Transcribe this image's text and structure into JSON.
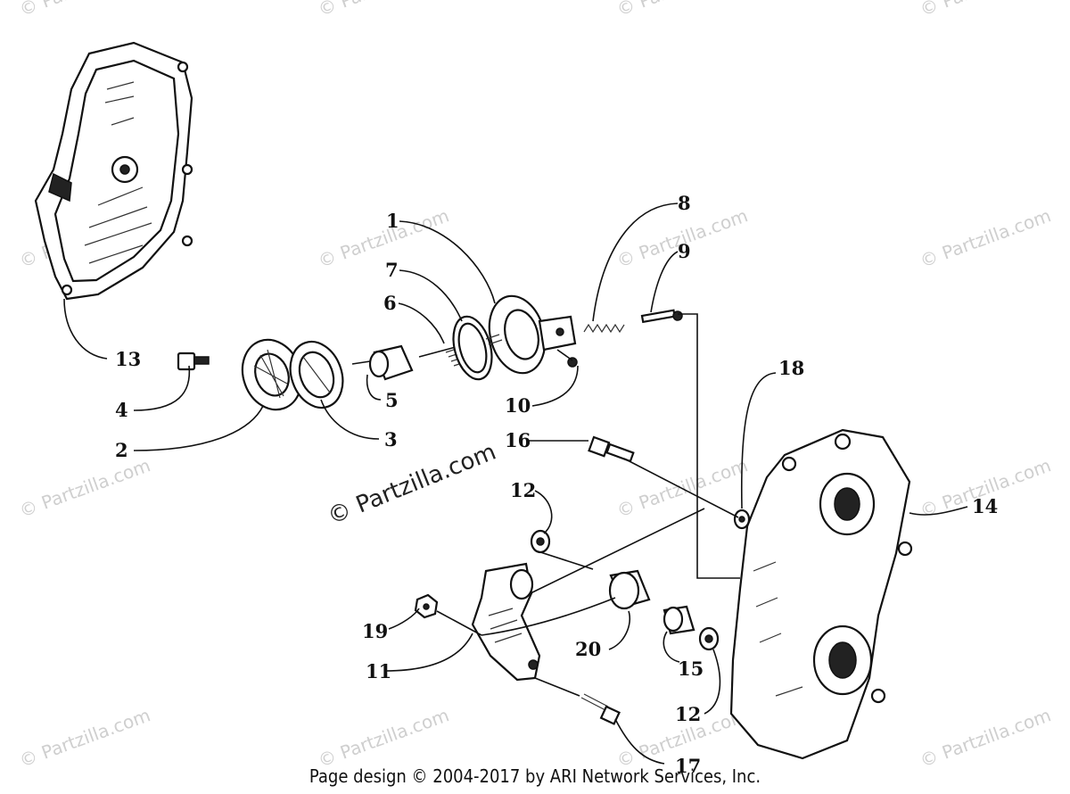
{
  "diagram": {
    "watermark": "© Partzilla.com",
    "footer": "Page design © 2004-2017 by ARI Network Services, Inc.",
    "callouts": [
      {
        "id": "c1",
        "text": "1"
      },
      {
        "id": "c2",
        "text": "2"
      },
      {
        "id": "c3",
        "text": "3"
      },
      {
        "id": "c4",
        "text": "4"
      },
      {
        "id": "c5",
        "text": "5"
      },
      {
        "id": "c6",
        "text": "6"
      },
      {
        "id": "c7",
        "text": "7"
      },
      {
        "id": "c8",
        "text": "8"
      },
      {
        "id": "c9",
        "text": "9"
      },
      {
        "id": "c10",
        "text": "10"
      },
      {
        "id": "c11",
        "text": "11"
      },
      {
        "id": "c12a",
        "text": "12"
      },
      {
        "id": "c12b",
        "text": "12"
      },
      {
        "id": "c13",
        "text": "13"
      },
      {
        "id": "c14",
        "text": "14"
      },
      {
        "id": "c15",
        "text": "15"
      },
      {
        "id": "c16",
        "text": "16"
      },
      {
        "id": "c17",
        "text": "17"
      },
      {
        "id": "c18",
        "text": "18"
      },
      {
        "id": "c19",
        "text": "19"
      },
      {
        "id": "c20",
        "text": "20"
      }
    ]
  }
}
